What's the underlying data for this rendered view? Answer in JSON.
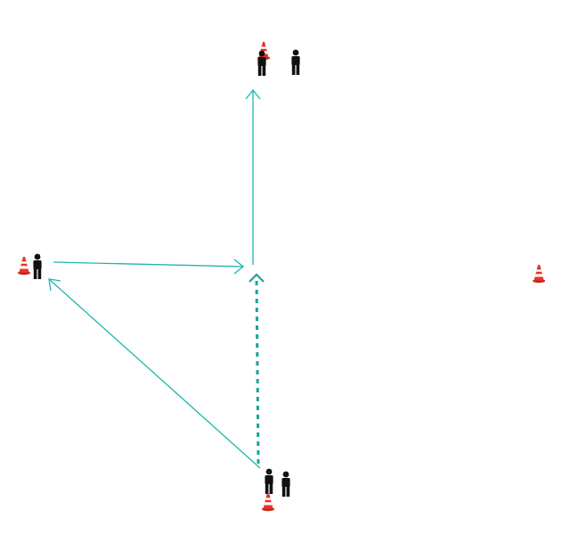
{
  "diagram": {
    "background": "#ffffff",
    "arrow_color": "#1fb5ad",
    "dribble_color": "#1aa39a",
    "player_color": "#111111",
    "cone_colors": {
      "body": "#e8322b",
      "stripe": "#ffffff",
      "base": "#c9241d"
    },
    "icons": {
      "cone": "traffic-cone-icon",
      "player": "player-icon"
    },
    "paths": [
      {
        "name": "pass-to-left-station",
        "style": "solid"
      },
      {
        "name": "pass-to-center",
        "style": "solid"
      },
      {
        "name": "run-to-top-station",
        "style": "solid"
      },
      {
        "name": "dribble-to-center",
        "style": "dashed"
      }
    ]
  }
}
